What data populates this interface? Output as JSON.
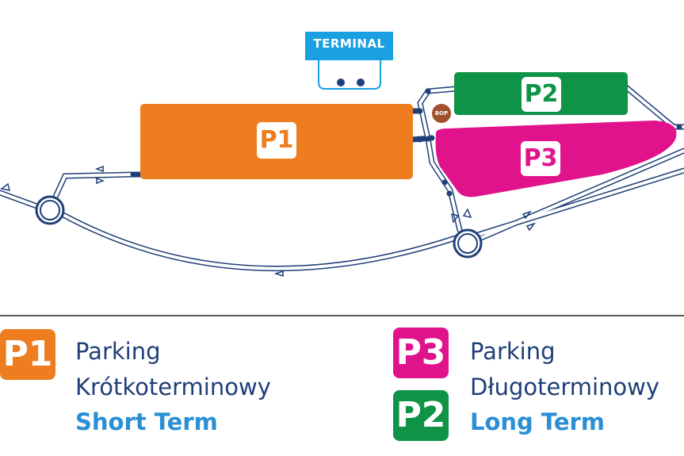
{
  "map": {
    "terminal_label": "TERMINAL",
    "bop_label": "BOP",
    "zones": [
      {
        "id": "P1",
        "label": "P1",
        "color": "#ed7d1f"
      },
      {
        "id": "P2",
        "label": "P2",
        "color": "#0e9347"
      },
      {
        "id": "P3",
        "label": "P3",
        "color": "#e0138c"
      }
    ],
    "colors": {
      "terminal": "#1a9fe0",
      "road": "#1f3f78",
      "bop": "#a0502a"
    }
  },
  "legend": {
    "short": {
      "badge": "P1",
      "line1": "Parking",
      "line2": "Krótkoterminowy",
      "line3": "Short Term"
    },
    "long": {
      "badge_top": "P3",
      "badge_bottom": "P2",
      "line1": "Parking",
      "line2": "Długoterminowy",
      "line3": "Long Term"
    }
  }
}
